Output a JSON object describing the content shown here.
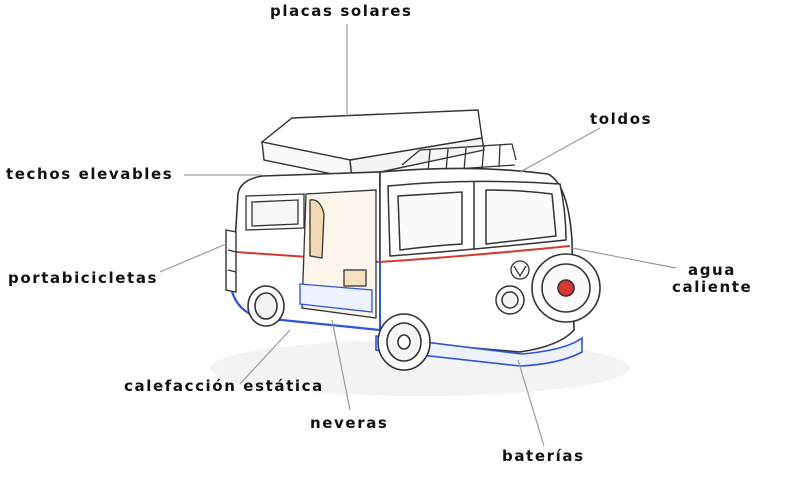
{
  "labels": {
    "solar_panels": "placas solares",
    "awnings": "toldos",
    "pop_top_roofs": "techos elevables",
    "bike_rack": "portabicicletas",
    "hot_water_line1": "agua",
    "hot_water_line2": "caliente",
    "static_heating": "calefacción estática",
    "fridges": "neveras",
    "batteries": "baterías"
  },
  "colors": {
    "text": "#111111",
    "leader_line": "#9a9a9a",
    "vehicle_outline": "#333333",
    "accent_blue": "#2f55d4",
    "accent_red": "#d43a2f",
    "accent_orange": "#e08a2a"
  }
}
